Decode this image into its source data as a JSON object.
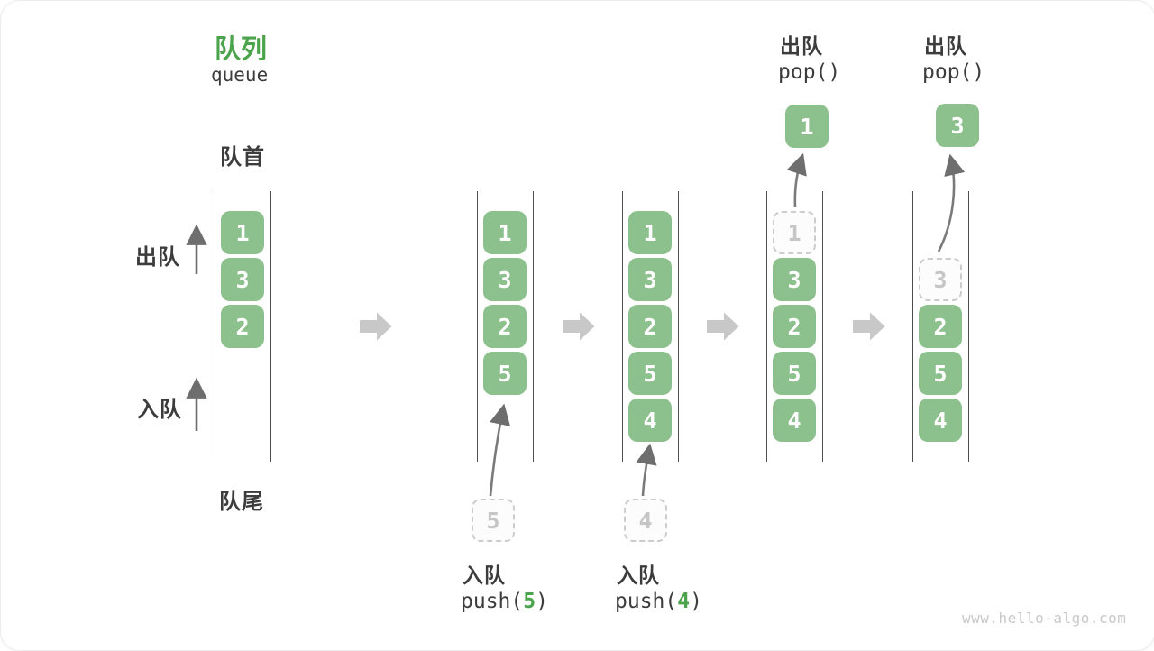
{
  "title": {
    "zh": "队列",
    "en": "queue"
  },
  "labels": {
    "front": "队首",
    "rear": "队尾",
    "dequeue": "出队",
    "enqueue": "入队"
  },
  "ops": {
    "push5": {
      "zh": "入队",
      "fn": "push(",
      "arg": "5",
      "close": ")"
    },
    "push4": {
      "zh": "入队",
      "fn": "push(",
      "arg": "4",
      "close": ")"
    },
    "pop1": {
      "zh": "出队",
      "code": "pop()"
    },
    "pop2": {
      "zh": "出队",
      "code": "pop()"
    }
  },
  "states": [
    {
      "boxes": [
        "1",
        "3",
        "2"
      ]
    },
    {
      "boxes": [
        "1",
        "3",
        "2",
        "5"
      ],
      "incoming": "5"
    },
    {
      "boxes": [
        "1",
        "3",
        "2",
        "5",
        "4"
      ],
      "incoming": "4"
    },
    {
      "ghost": "1",
      "boxes": [
        "3",
        "2",
        "5",
        "4"
      ],
      "popped": "1"
    },
    {
      "ghost": "3",
      "boxes": [
        "2",
        "5",
        "4"
      ],
      "popped": "3"
    }
  ],
  "colors": {
    "box_green": "#8CC08C",
    "accent_green": "#4BA44B",
    "block_arrow_gray": "#C8C8C8",
    "thin_arrow_gray": "#6E6E6E"
  },
  "watermark": "www.hello-algo.com"
}
